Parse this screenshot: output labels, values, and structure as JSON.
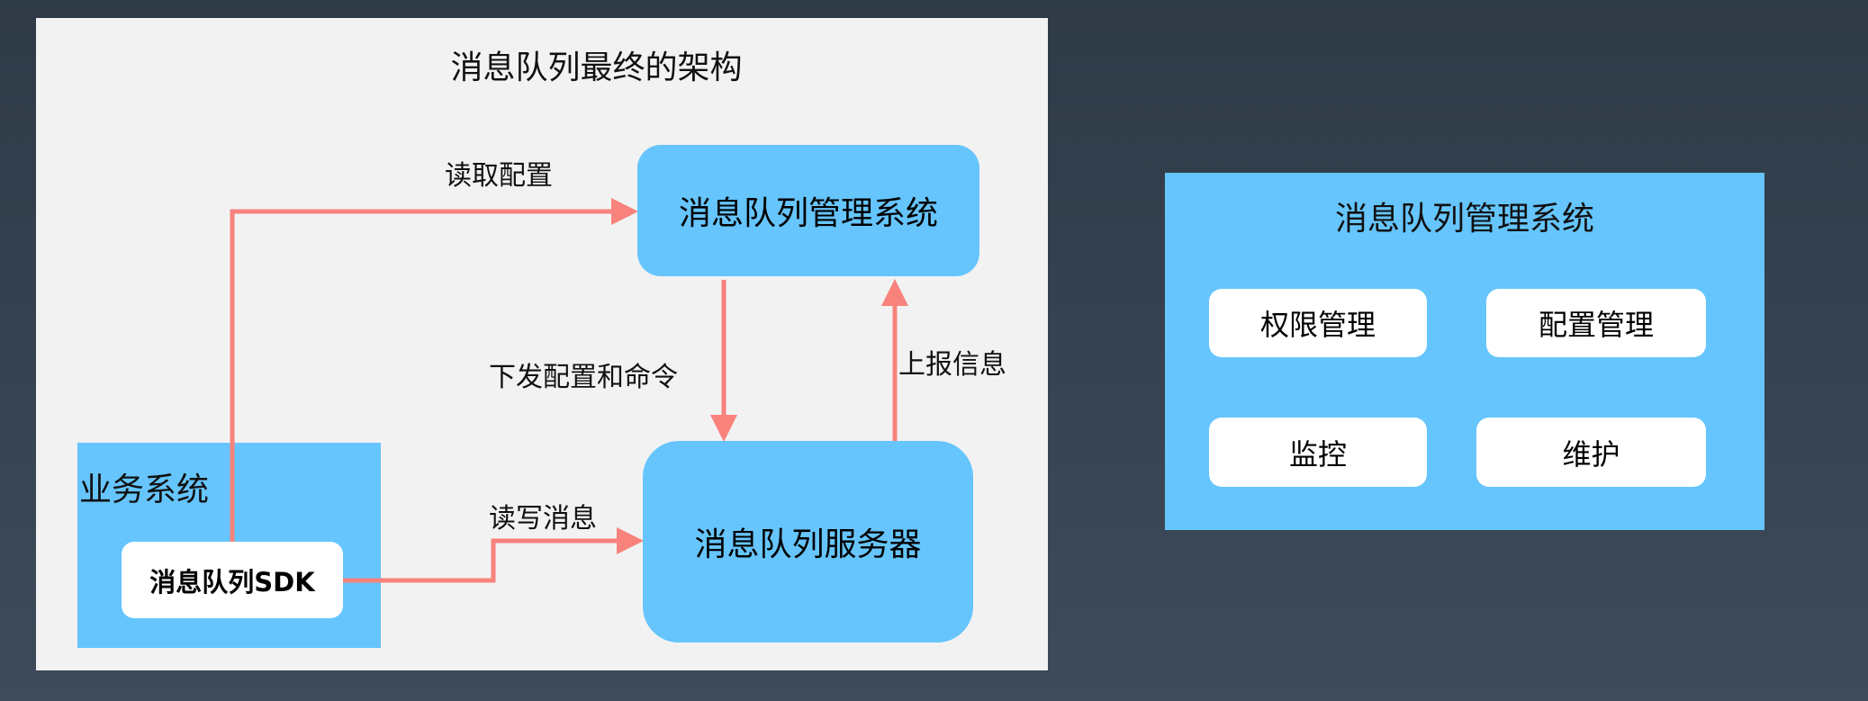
{
  "left_diagram": {
    "title": "消息队列最终的架构",
    "management_system": "消息队列管理系统",
    "queue_server": "消息队列服务器",
    "business_system": "业务系统",
    "sdk": "消息队列SDK",
    "edges": {
      "read_config": "读取配置",
      "dispatch": "下发配置和命令",
      "report": "上报信息",
      "read_write": "读写消息"
    }
  },
  "right_diagram": {
    "title": "消息队列管理系统",
    "modules": [
      "权限管理",
      "配置管理",
      "监控",
      "维护"
    ]
  },
  "colors": {
    "box": "#66c5fd",
    "arrow": "#f8827c",
    "panel": "#f2f2f2"
  }
}
